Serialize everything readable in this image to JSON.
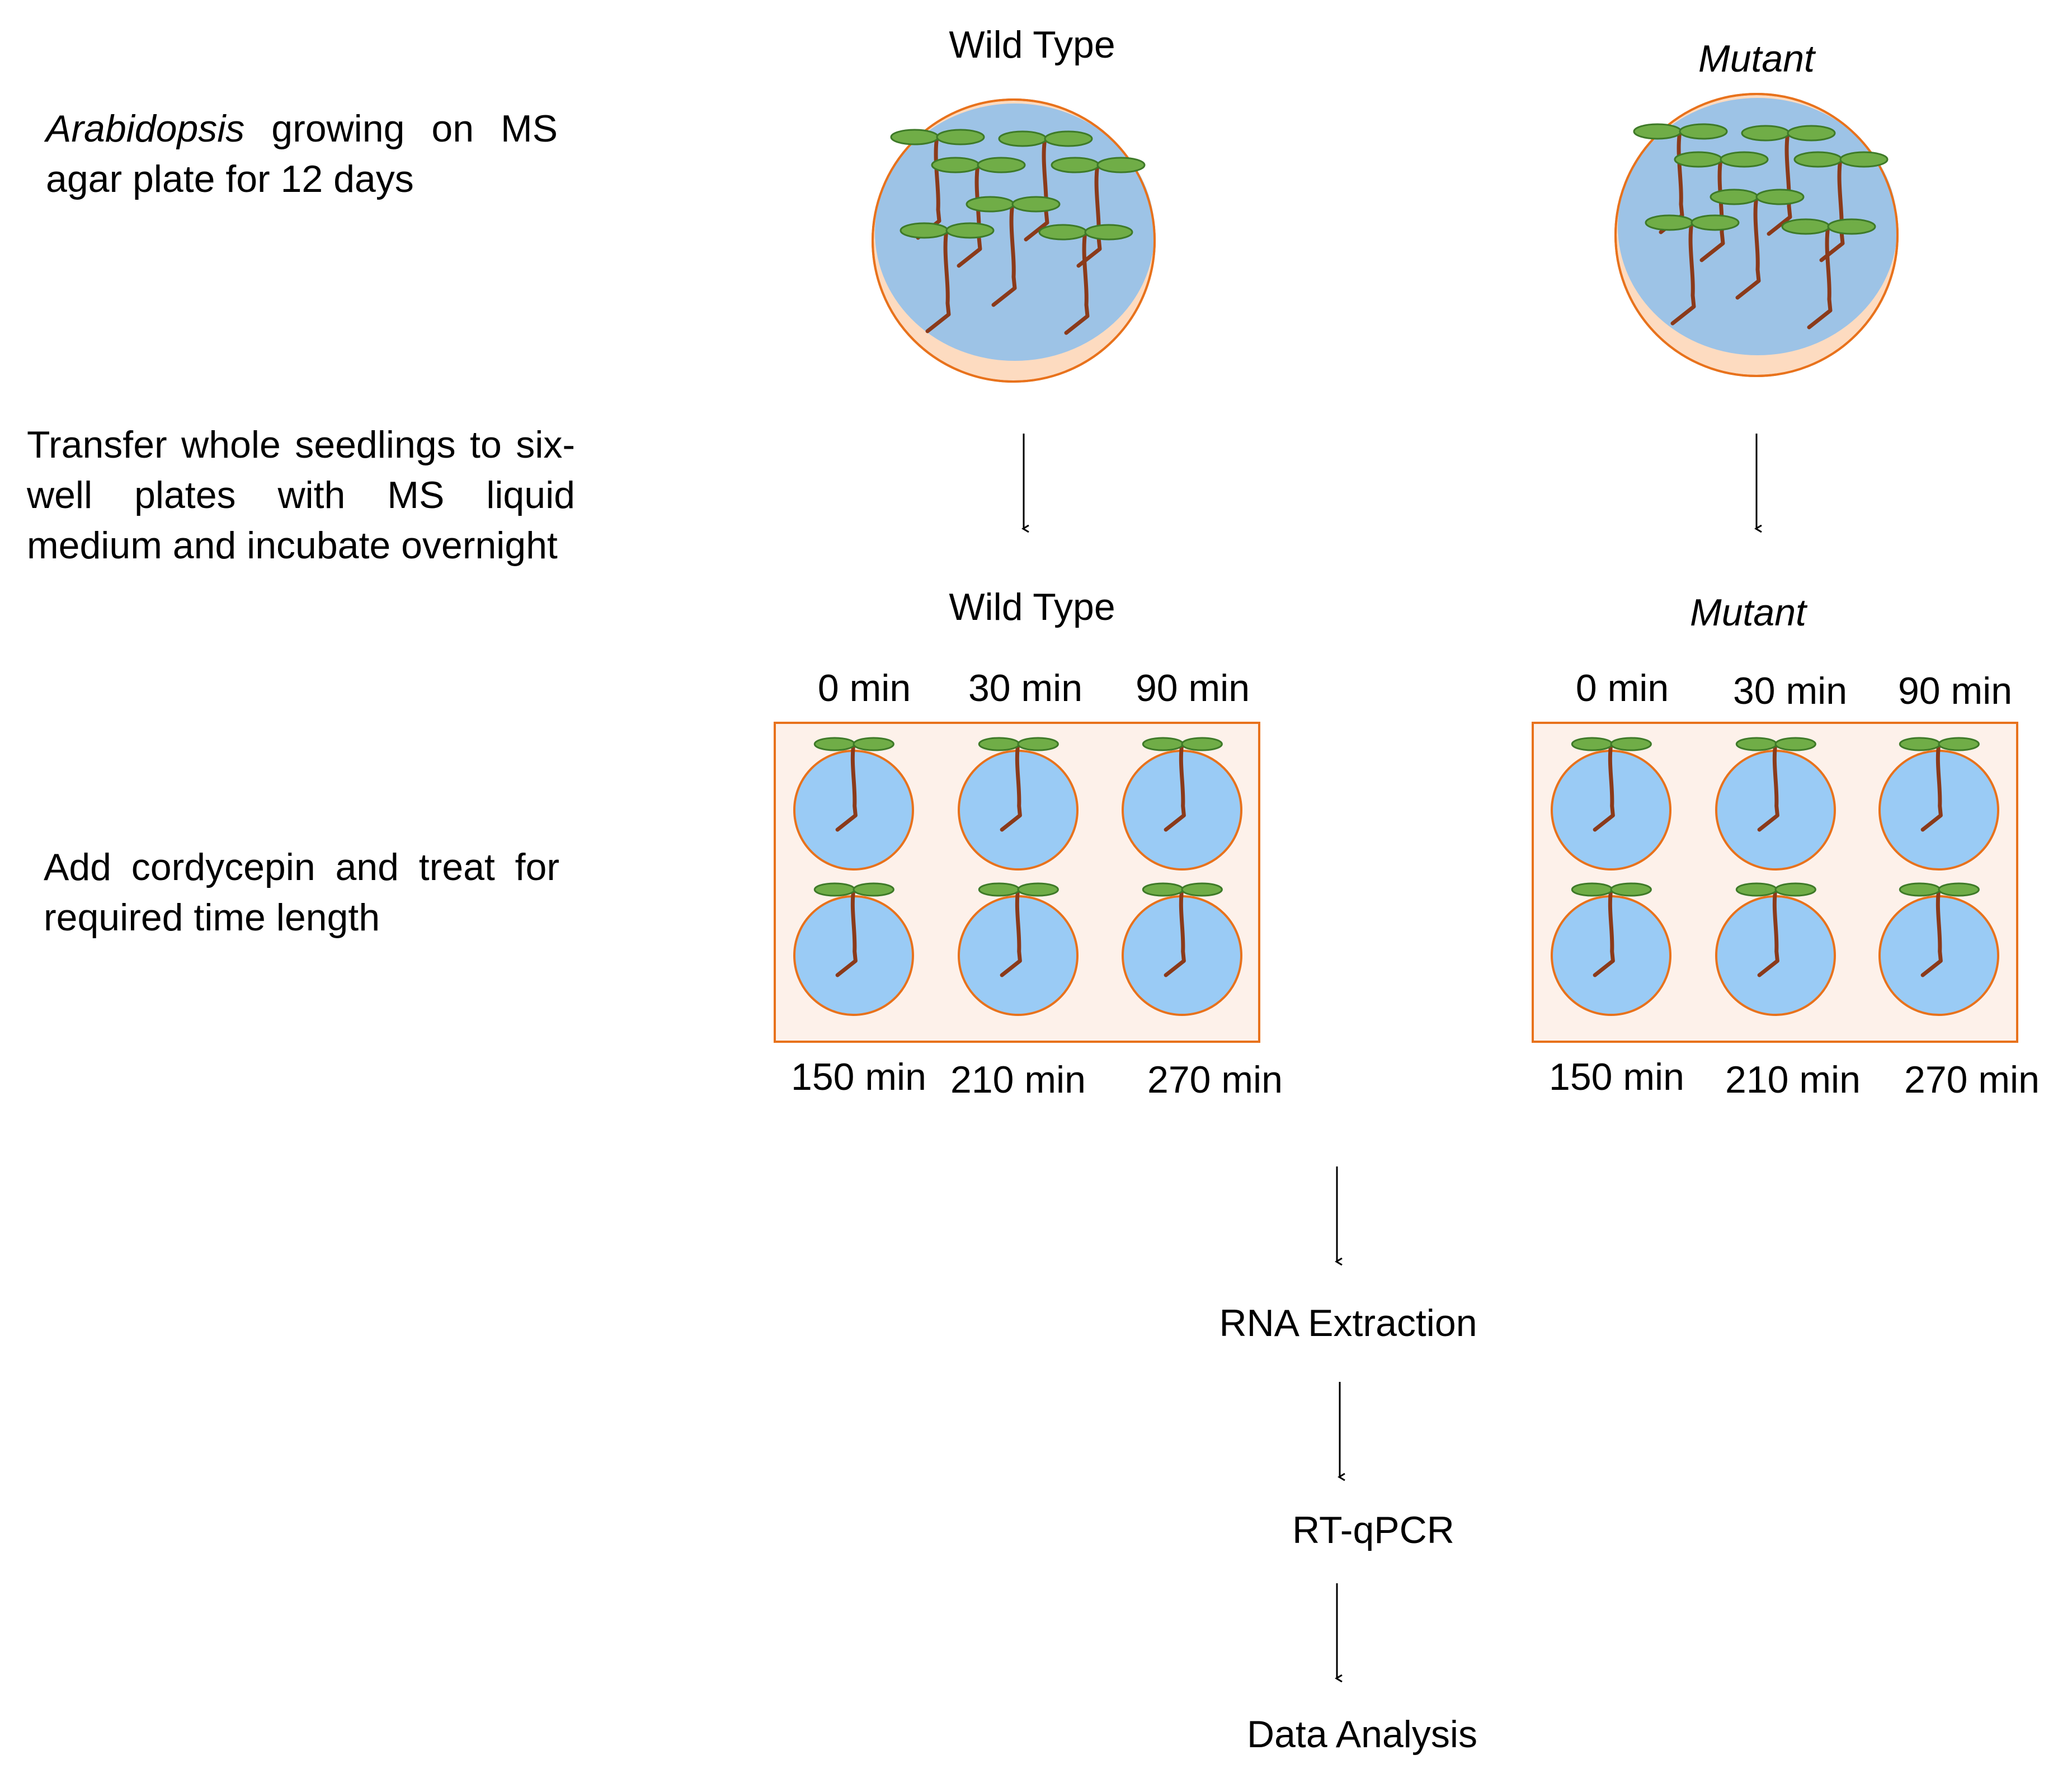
{
  "steps": {
    "grow": {
      "italic": "Arabidopsis",
      "text": " growing on MS agar plate for 12 days"
    },
    "transfer": "Transfer whole seedlings to six-well plates with MS liquid medium and incubate overnight",
    "treat": "Add cordycepin and treat for required time length"
  },
  "genotypes": {
    "wild_type": "Wild Type",
    "mutant": "Mutant"
  },
  "time_points": [
    "0 min",
    "30 min",
    "90 min",
    "150 min",
    "210 min",
    "270 min"
  ],
  "downstream": [
    "RNA Extraction",
    "RT-qPCR",
    "Data Analysis"
  ],
  "colors": {
    "plate_outline": "#E8721C",
    "plate_fill": "#FDDBC0",
    "agar": "#9DC3E6",
    "well": "#9ACBF5",
    "well_plate_fill": "#FDF1EA",
    "leaf": "#70AD47",
    "leaf_edge": "#3E7A28",
    "stem": "#8B3A1A",
    "arrow": "#000000"
  }
}
